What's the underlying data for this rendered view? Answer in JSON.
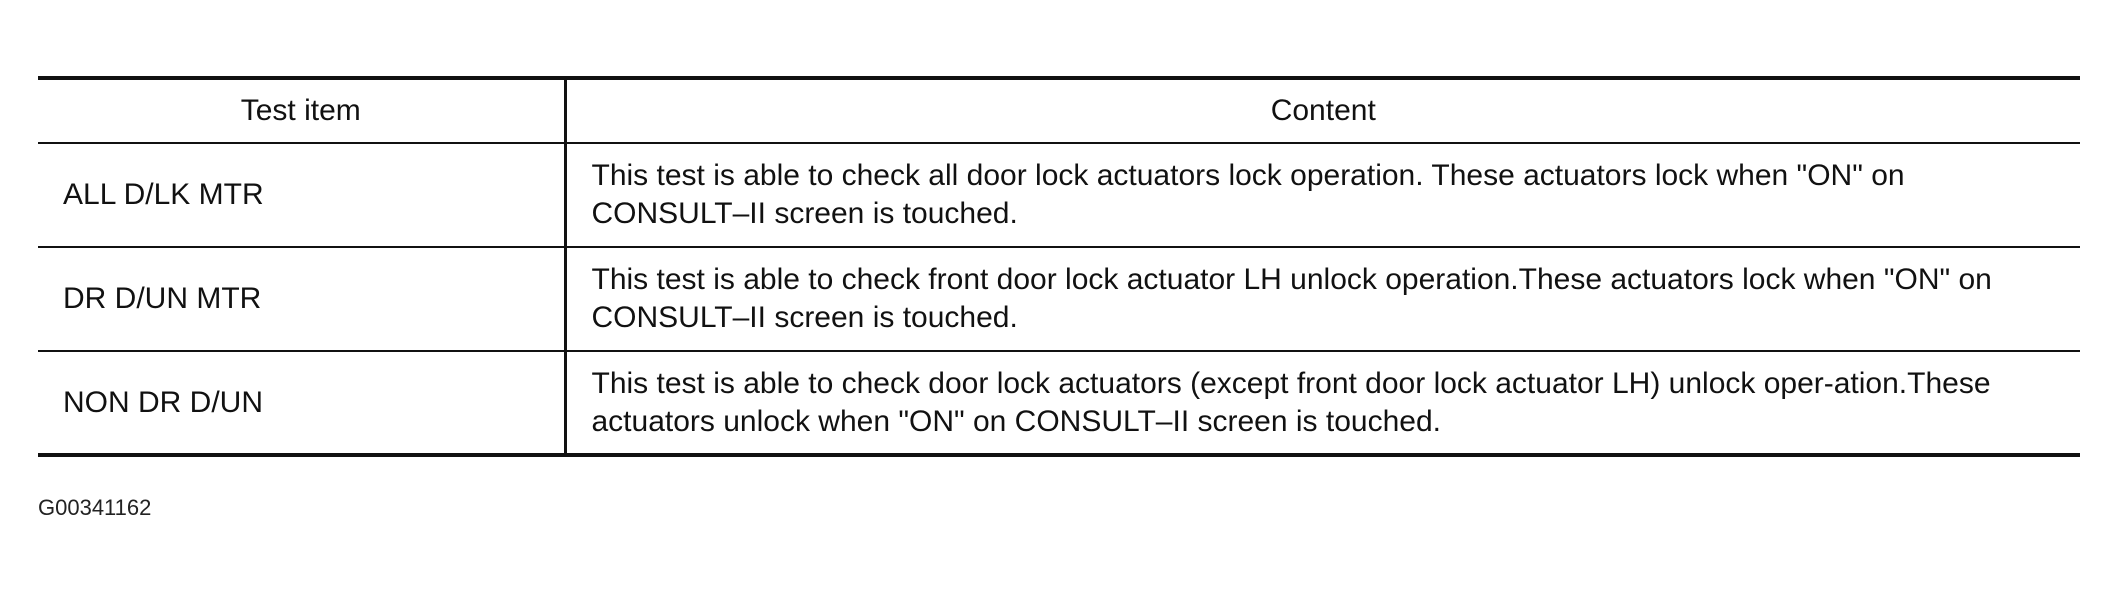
{
  "table": {
    "headers": {
      "test_item": "Test item",
      "content": "Content"
    },
    "rows": [
      {
        "item": "ALL D/LK MTR",
        "content": "This test is able to check all door lock actuators lock operation. These actuators lock when \"ON\" on CONSULT–II screen is touched."
      },
      {
        "item": "DR D/UN MTR",
        "content": "This test is able to check front door lock actuator LH unlock operation.These actuators lock when \"ON\" on CONSULT–II screen is touched."
      },
      {
        "item": "NON DR D/UN",
        "content": "This test is able to check door lock actuators (except front door lock actuator LH) unlock oper-ation.These actuators unlock when \"ON\" on CONSULT–II screen is touched."
      }
    ]
  },
  "figure_id": "G00341162"
}
